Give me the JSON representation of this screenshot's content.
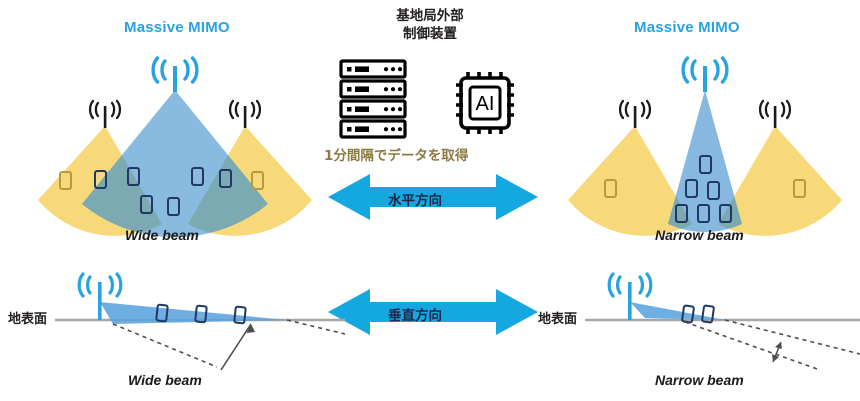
{
  "diagram": {
    "title_left": "Massive MIMO",
    "title_right": "Massive MIMO",
    "center": {
      "heading_line1": "基地局外部",
      "heading_line2": "制御装置",
      "server_icon": "server-rack-icon",
      "ai_icon": "ai-chip-icon",
      "ai_label": "AI",
      "capture_note": "1分間隔でデータを取得",
      "arrow_horizontal": "水平方向",
      "arrow_vertical": "垂直方向"
    },
    "panels": {
      "top_left": {
        "caption": "Wide beam",
        "beam_type": "wide",
        "view": "horizontal",
        "main_antenna": "massive-mimo-antenna-icon",
        "side_antennas": 2,
        "phones_in_blue": 4,
        "phones_in_yellow_only": 2,
        "phones_in_overlap": 4
      },
      "top_right": {
        "caption": "Narrow beam",
        "beam_type": "narrow",
        "view": "horizontal",
        "main_antenna": "massive-mimo-antenna-icon",
        "side_antennas": 2,
        "phones_in_blue": 6,
        "phones_in_yellow_only": 2
      },
      "bottom_left": {
        "caption": "Wide beam",
        "beam_type": "wide",
        "view": "vertical",
        "ground_label": "地表面",
        "phones": 3
      },
      "bottom_right": {
        "caption": "Narrow beam",
        "beam_type": "narrow",
        "view": "vertical",
        "ground_label": "地表面",
        "phones": 2
      }
    },
    "colors": {
      "accent_blue": "#29a3e0",
      "beam_blue": "#7fb4dd",
      "beam_yellow": "#f7d979",
      "overlap_green": "#8fb596",
      "arrow_cyan": "#14a7e0",
      "gold_text": "#8d7a42",
      "ground_gray": "#a6a6a6",
      "phone_outline": "#1f3864",
      "phone_outline_yellow": "#b89a3e",
      "dark": "#231f20"
    }
  }
}
